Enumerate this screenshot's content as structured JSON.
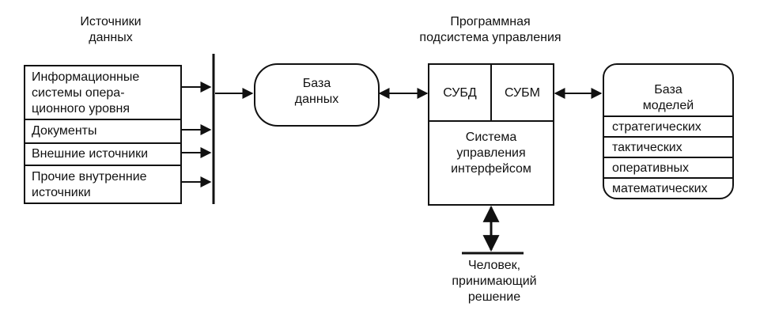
{
  "sources": {
    "title_line1": "Источники",
    "title_line2": "данных",
    "items": [
      {
        "lines": [
          "Информационные",
          "системы опера-",
          "ционного уровня"
        ]
      },
      {
        "lines": [
          "Документы"
        ]
      },
      {
        "lines": [
          "Внешние источники"
        ]
      },
      {
        "lines": [
          "Прочие внутренние",
          "источники"
        ]
      }
    ]
  },
  "database": {
    "line1": "База",
    "line2": "данных"
  },
  "control_subsystem": {
    "title_line1": "Программная",
    "title_line2": "подсистема управления",
    "dbms": "СУБД",
    "mbms": "СУБМ",
    "interface_lines": [
      "Система",
      "управления",
      "интерфейсом"
    ]
  },
  "model_base": {
    "title_line1": "База",
    "title_line2": "моделей",
    "items": [
      "стратегических",
      "тактических",
      "оперативных",
      "математических"
    ]
  },
  "decision_maker": {
    "lines": [
      "Человек,",
      "принимающий",
      "решение"
    ]
  }
}
